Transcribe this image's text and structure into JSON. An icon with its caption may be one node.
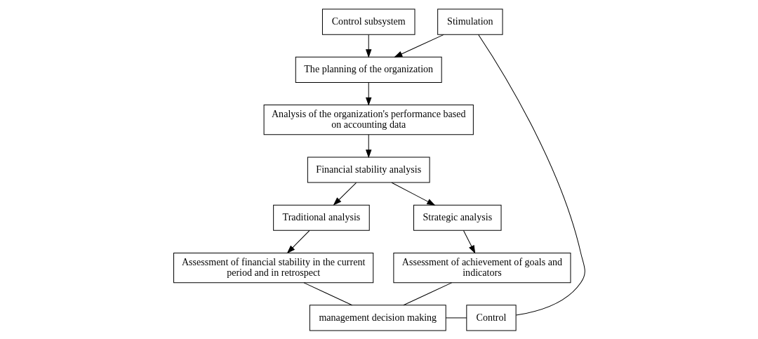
{
  "diagram": {
    "nodes": [
      {
        "text": [
          "Control subsystem"
        ]
      },
      {
        "text": [
          "The planning of the organization"
        ]
      },
      {
        "text": [
          "Analysis of the organization's performance based on accounting data"
        ]
      },
      {
        "text": [
          "Financial stability analysis"
        ]
      },
      {
        "text": [
          "Traditional analysis"
        ]
      },
      {
        "text": [
          "Strategic analysis"
        ]
      },
      {
        "text": [
          "Assessment of financial stability in the current period and in retrospect"
        ]
      },
      {
        "text": [
          "Assessment of achievement of goals and indicators"
        ]
      },
      {
        "text": [
          "management decision making"
        ]
      },
      {
        "text": [
          "Stimulation"
        ]
      },
      {
        "text": [
          "Control"
        ]
      }
    ],
    "edges": [
      {
        "from": 0,
        "to": 1,
        "arrow": "to"
      },
      {
        "from": 1,
        "to": 2,
        "arrow": "to"
      },
      {
        "from": 2,
        "to": 3,
        "arrow": "to"
      },
      {
        "from": 3,
        "to": 4,
        "arrow": "to"
      },
      {
        "from": 3,
        "to": 5,
        "arrow": "to"
      },
      {
        "from": 4,
        "to": 6,
        "arrow": "to"
      },
      {
        "from": 5,
        "to": 7,
        "arrow": "to"
      },
      {
        "from": 6,
        "to": 8,
        "arrow": "none"
      },
      {
        "from": 7,
        "to": 8,
        "arrow": "none"
      },
      {
        "from": 8,
        "to": 10,
        "arrow": "none"
      },
      {
        "from": 10,
        "to": 9,
        "arrow": "none"
      },
      {
        "from": 9,
        "to": 1,
        "arrow": "to"
      }
    ]
  }
}
